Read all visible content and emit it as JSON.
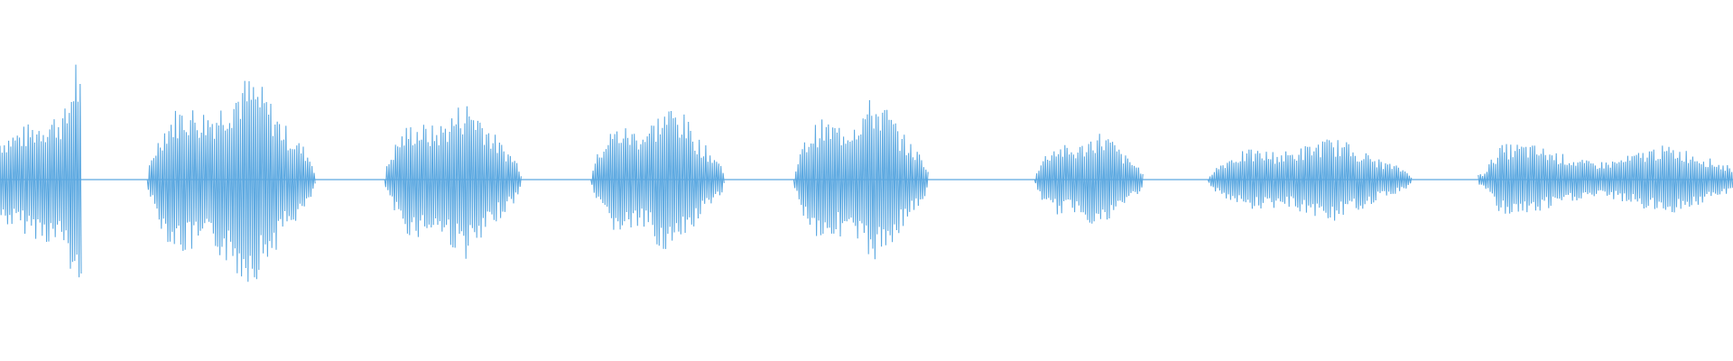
{
  "waveform": {
    "color": "#5DA9E1",
    "segments": [
      {
        "start": 0.0,
        "end": 0.047,
        "shape": "ramp",
        "amplitude": 0.52,
        "peak": 0.85
      },
      {
        "start": 0.085,
        "end": 0.182,
        "shape": "bell",
        "amplitude": 0.7
      },
      {
        "start": 0.222,
        "end": 0.301,
        "shape": "bell",
        "amplitude": 0.54
      },
      {
        "start": 0.341,
        "end": 0.418,
        "shape": "bell",
        "amplitude": 0.51
      },
      {
        "start": 0.458,
        "end": 0.536,
        "shape": "bell",
        "amplitude": 0.56
      },
      {
        "start": 0.597,
        "end": 0.66,
        "shape": "bell",
        "amplitude": 0.33
      },
      {
        "start": 0.697,
        "end": 0.815,
        "shape": "bell",
        "amplitude": 0.28
      },
      {
        "start": 0.853,
        "end": 1.0,
        "shape": "fade",
        "amplitude": 0.24
      }
    ]
  }
}
